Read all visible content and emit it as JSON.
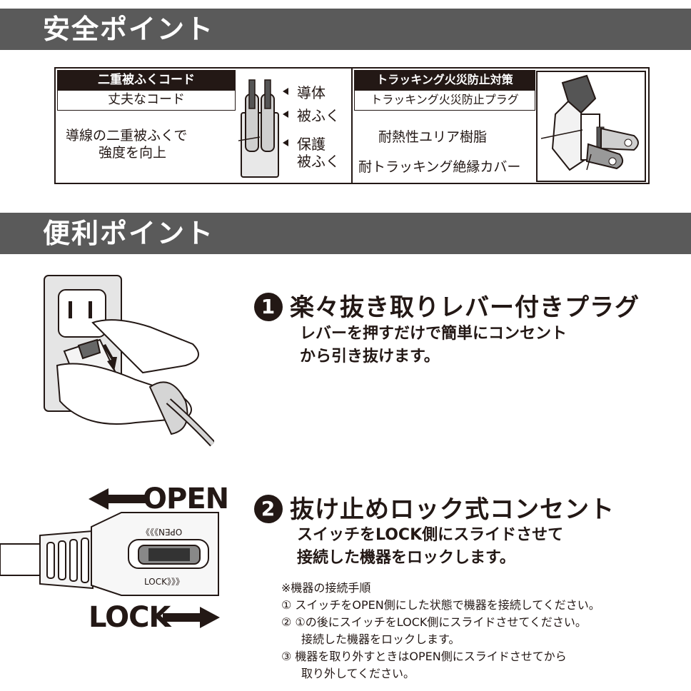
{
  "section1": {
    "title": "安全ポイント"
  },
  "cord": {
    "header": "二重被ふくコード",
    "sub": "丈夫なコード",
    "desc_line1": "導線の二重被ふくで",
    "desc_line2": "強度を向上",
    "label_conductor": "導体",
    "label_sheath": "被ふく",
    "label_protect1": "保護",
    "label_protect2": "被ふく"
  },
  "tracking": {
    "header": "トラッキング火災防止対策",
    "sub": "トラッキング火災防止プラグ",
    "label1": "耐熱性ユリア樹脂",
    "label2": "耐トラッキング絶縁カバー"
  },
  "section2": {
    "title": "便利ポイント"
  },
  "feature1": {
    "num": "1",
    "title": "楽々抜き取りレバー付きプラグ",
    "desc1": "レバーを押すだけで簡単にコンセント",
    "desc2": "から引き抜けます。"
  },
  "feature2": {
    "num": "2",
    "title": "抜け止めロック式コンセント",
    "desc1": "スイッチをLOCK側にスライドさせて",
    "desc2": "接続した機器をロックします。",
    "steps_title": "※機器の接続手順",
    "step1": "① スイッチをOPEN側にした状態で機器を接続してください。",
    "step2a": "② ①の後にスイッチをLOCK側にスライドさせてください。",
    "step2b": "接続した機器をロックします。",
    "step3a": "③ 機器を取り外すときはOPEN側にスライドさせてから",
    "step3b": "取り外してください。"
  },
  "lock_diagram": {
    "open_label": "OPEN",
    "lock_label": "LOCK",
    "switch_open_text": "OPEN》》》",
    "switch_lock_text": "LOCK》》》"
  }
}
